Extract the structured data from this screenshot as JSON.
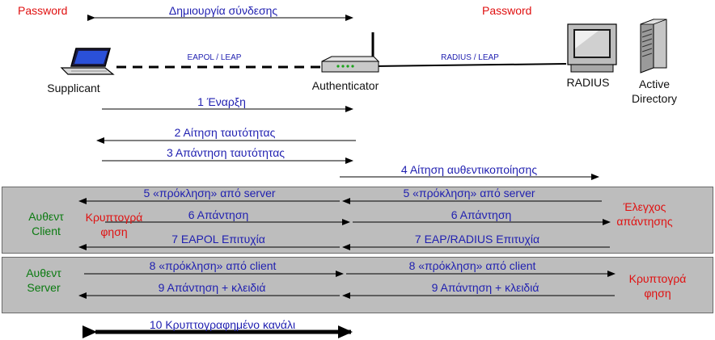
{
  "top_labels": {
    "password_left": "Password",
    "password_right": "Password",
    "connection": "Δημιουργία σύνδεσης",
    "eapol_leap": "EAPOL / LEAP",
    "radius_leap": "RADIUS / LEAP"
  },
  "nodes": {
    "supplicant": "Supplicant",
    "authenticator": "Authenticator",
    "radius": "RADIUS",
    "active_directory_line1": "Active",
    "active_directory_line2": "Directory"
  },
  "steps": {
    "s1": "1 Έναρξη",
    "s2": "2 Αίτηση ταυτότητας",
    "s3": "3 Απάντηση ταυτότητας",
    "s4": "4 Αίτηση αυθεντικοποίησης",
    "s5a": "5 «πρόκληση» από server",
    "s5b": "5 «πρόκληση» από server",
    "s6a": "6 Απάντηση",
    "s6b": "6 Απάντηση",
    "s7a": "7 EAPOL Επιτυχία",
    "s7b": "7 EAP/RADIUS Επιτυχία",
    "s8a": "8 «πρόκληση» από client",
    "s8b": "8 «πρόκληση» από client",
    "s9a": "9 Απάντηση + κλειδιά",
    "s9b": "9 Απάντηση + κλειδιά",
    "s10": "10 Κρυπτογραφημένο κανάλι"
  },
  "band1": {
    "auth_client_line1": "Αυθεντ",
    "auth_client_line2": "Client",
    "encrypt_line1": "Κρυπτογρά",
    "encrypt_line2": "φηση",
    "check_line1": "Έλεγχος",
    "check_line2": "απάντησης"
  },
  "band2": {
    "auth_server_line1": "Αυθεντ",
    "auth_server_line2": "Server",
    "encrypt_line1": "Κρυπτογρά",
    "encrypt_line2": "φηση"
  },
  "colors": {
    "label_blue": "#1f1fb0",
    "label_red": "#e01010",
    "label_green": "#0a7a10",
    "band_gray": "#bdbdbd"
  }
}
